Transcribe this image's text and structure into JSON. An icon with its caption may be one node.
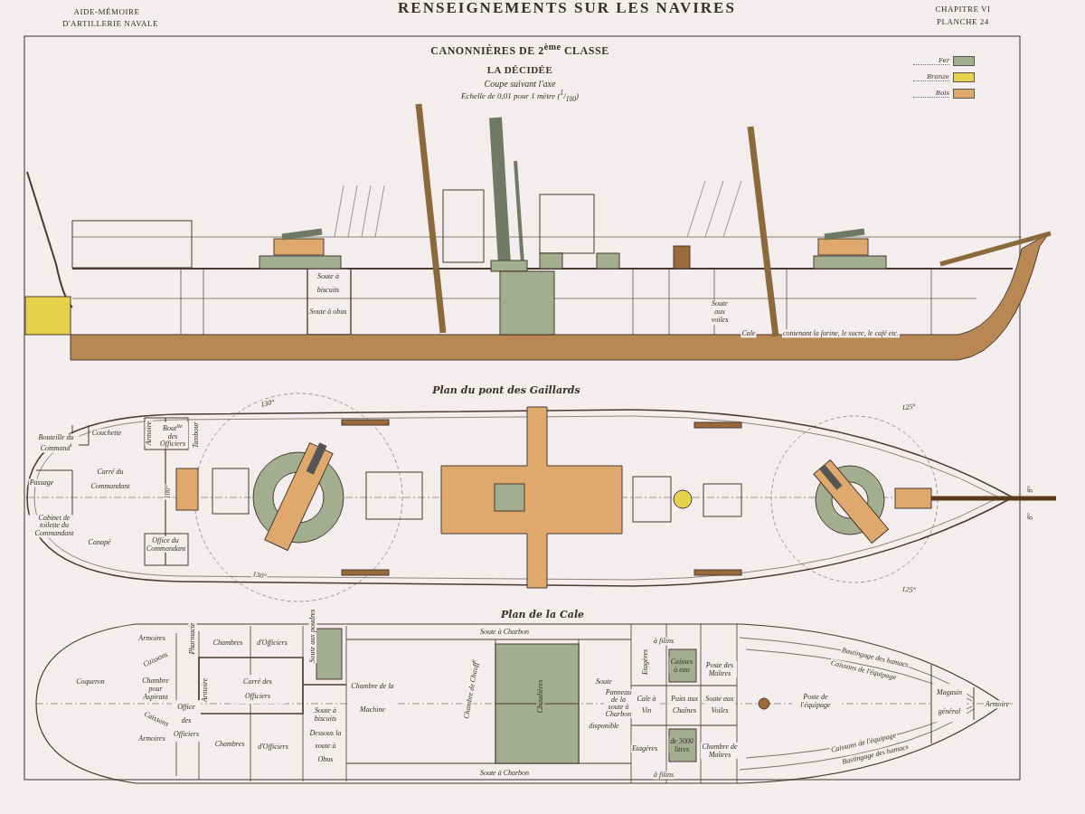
{
  "diagram": {
    "title": "RENSEIGNEMENTS SUR LES NAVIRES",
    "labels": [
      "AIDE-MÉMOIRE",
      "D'ARTILLERIE NAVALE",
      "CHAPITRE VI",
      "PLANCHE 24",
      "CANONNIÈRES DE 2$^{ème}$ CLASSE",
      "LA DÉCIDÉE",
      "Coupe suivant l'axe",
      "Echelle de 0,01 pour 1 mètre ($^{1}$/$_{100}$)",
      "Soute à biscuits",
      "Soute à obus",
      "Soute aux voiles",
      "Cale",
      "contenant la farine, le sucre, le café etc.",
      "Plan du pont des Gaillards",
      "130°",
      "Bouteille du Command$^{t}$",
      "Couchette",
      "Armoire",
      "Bout$^{lle}$ des Officiers",
      "Tambour",
      "Carré du Commandant",
      "Passage",
      "100°",
      "Cabinet de toilette du Commandant",
      "Canapé",
      "Office du Commandant",
      "130°",
      "125°",
      "8°",
      "8°",
      "125°",
      "Plan de la Cale",
      "Soute à Charbon",
      "Armoires",
      "Pharmacie",
      "Chambres",
      "d'Officiers",
      "Soute aux poudres",
      "Caissons",
      "Coqueron",
      "Chambre pour Aspirant",
      "Armoire",
      "Carré des Officiers",
      "Chambre de la Machine",
      "Chambre de Chauff$^{e}$",
      "Chaudières",
      "Soute",
      "disponible",
      "Panneau de la soute à Charbon",
      "Caissons",
      "Soute à biscuits",
      "Office des Officiers",
      "Dessous la soute à Obus",
      "Armoires",
      "Chambres",
      "d'Officiers",
      "à filins",
      "Etagères",
      "Caisses à eau",
      "Poste des Maîtres",
      "Bastingage des hamacs",
      "Caissons de l'équipage",
      "Cale à Vin",
      "Puits aux Chaînes",
      "Soute aux Voiles",
      "Poste de l'équipage",
      "Magasin général",
      "Armoire",
      "Etagères",
      "de 3000 litres",
      "Chambre de Maîtres",
      "Caissons de l'équipage",
      "Bastingage des hamacs",
      "Soute à Charbon",
      "à filins"
    ],
    "legend": [
      {
        "text": "Fer",
        "color": "#a3ad8f"
      },
      {
        "text": "Bronze",
        "color": "#e6d24a"
      },
      {
        "text": "Bois",
        "color": "#dfa96e"
      }
    ]
  }
}
